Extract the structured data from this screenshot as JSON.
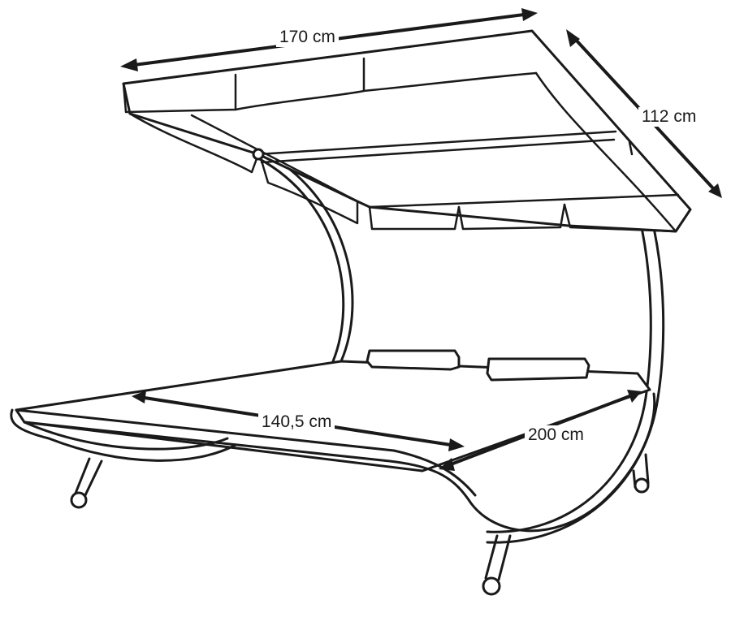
{
  "dimensions": {
    "canopy_width": "170 cm",
    "canopy_depth": "112 cm",
    "bed_width": "140,5 cm",
    "bed_length": "200 cm"
  }
}
